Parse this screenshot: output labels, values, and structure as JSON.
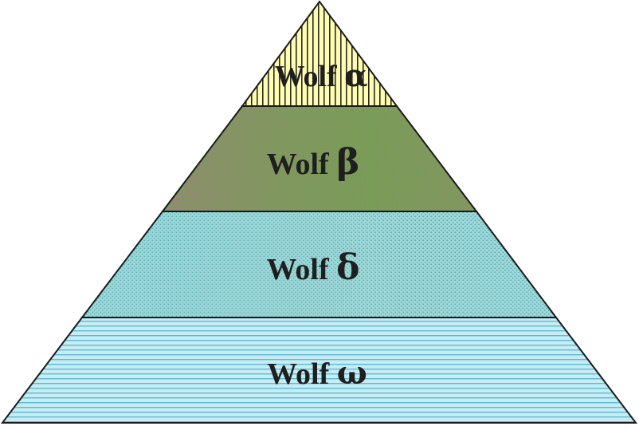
{
  "diagram": {
    "tiers": [
      {
        "label": "Wolf",
        "symbol": "α",
        "fill": "#fffdb0",
        "pattern": "vertical-stripes",
        "pattern_color": "#2a2a2a"
      },
      {
        "label": "Wolf",
        "symbol": "β",
        "fill": "#6ea34a",
        "pattern": "dots",
        "pattern_color": "#c070a8"
      },
      {
        "label": "Wolf",
        "symbol": "δ",
        "fill": "#9fd8d8",
        "pattern": "dots",
        "pattern_color": "#4aa0a8"
      },
      {
        "label": "Wolf",
        "symbol": "ω",
        "fill": "#c8ecf4",
        "pattern": "horizontal-stripes",
        "pattern_color": "#5cbcd0"
      }
    ],
    "outline_color": "#1a1a1a"
  }
}
